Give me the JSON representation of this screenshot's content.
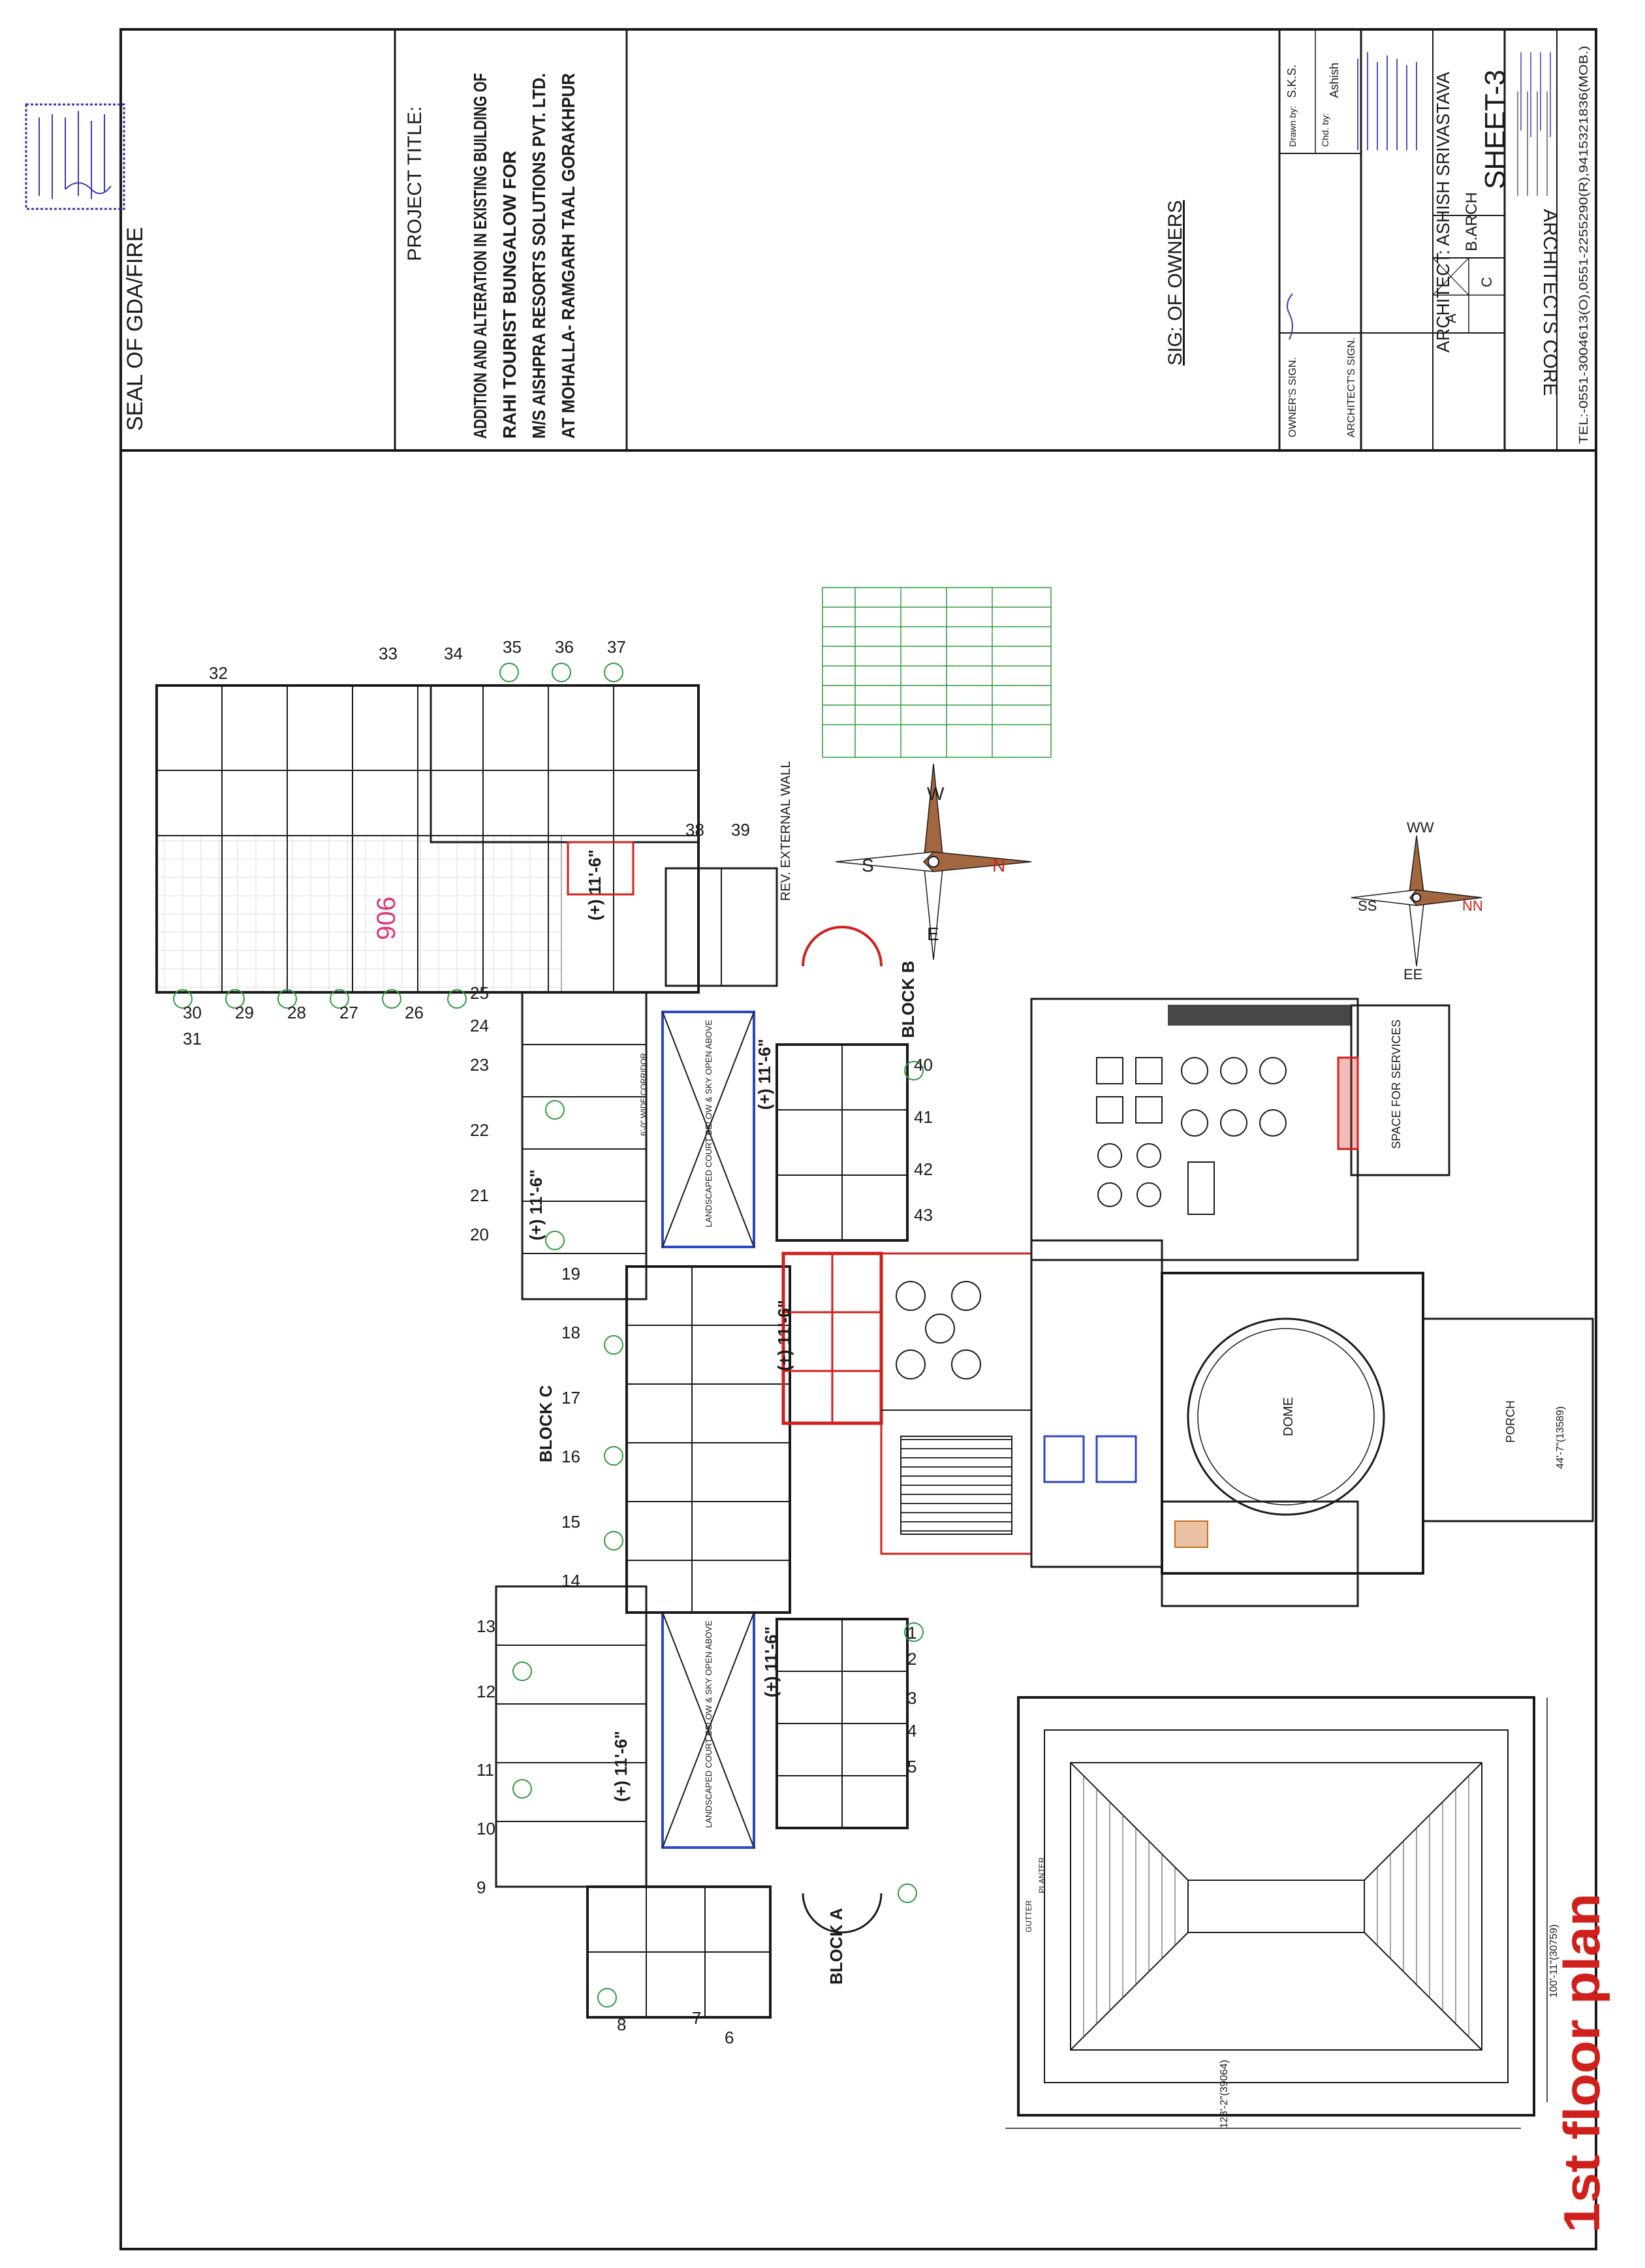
{
  "seal_label": "SEAL OF GDA/FIRE",
  "project": {
    "heading": "PROJECT TITLE:",
    "line1": "ADDITION AND ALTERATION  IN  EXISTING BUILDING OF",
    "line2": "RAHI TOURIST BUNGALOW FOR",
    "line3": "M/S AISHPRA RESORTS SOLUTIONS PVT. LTD.",
    "line4": "AT MOHALLA- RAMGARH TAAL GORAKHPUR"
  },
  "owners_sig": "SIG: OF OWNERS",
  "title_block": {
    "owners_sign": "OWNER'S SIGN.",
    "architects_sign": "ARCHITECT'S SIGN.",
    "drawn_by_label": "Drawn by:",
    "drawn_by": "S.K.S.",
    "chkd_by_label": "Chd. by:",
    "chkd_by": "Ashish",
    "architect": "ARCHITECT: ASHISH SRIVASTAVA",
    "degree": "B.ARCH",
    "sheet": "SHEET-3",
    "firm": "ARCHITECTS CORE",
    "grid_a": "A",
    "grid_c": "C",
    "tel": "TEL:-0551-3004613(O),0551-2255290(R),9415321836(MOB.)"
  },
  "plan": {
    "title": "1st floor plan",
    "blocks": {
      "a": "BLOCK A",
      "b": "BLOCK B",
      "c": "BLOCK C"
    },
    "level_marks": [
      "(+) 11'-6\"",
      "(+) 11'-6\"",
      "(+) 11'-6\"",
      "(+) 11'-6\"",
      "(+) 11'-6\"",
      "(+) 11'-6\""
    ],
    "rev_wall": "REV. EXTERNAL WALL",
    "dome": "DOME",
    "porch": "PORCH",
    "services": "SPACE FOR SERVICES",
    "courtyard": "LANDSCAPED COURT BELOW & SKY OPEN ABOVE",
    "room_numbers": [
      "1",
      "2",
      "3",
      "4",
      "5",
      "6",
      "7",
      "8",
      "9",
      "10",
      "11",
      "12",
      "13",
      "14",
      "15",
      "16",
      "17",
      "18",
      "19",
      "20",
      "21",
      "22",
      "23",
      "24",
      "25",
      "26",
      "27",
      "28",
      "29",
      "30",
      "31",
      "32",
      "33",
      "34",
      "35",
      "36",
      "37",
      "38",
      "39",
      "40",
      "41",
      "42",
      "43"
    ],
    "dim_total": "128'-2\"(39064)",
    "dim_side": "100'-11\"(30759)",
    "dim_porch": "44'-7\"(13589)",
    "compass": {
      "n": "N",
      "s": "S",
      "e": "E",
      "w": "W"
    },
    "compass2": {
      "n": "NN",
      "s": "SS",
      "e": "EE",
      "w": "WW"
    },
    "gutter": "GUTTER",
    "planter": "PLANTER",
    "corridor": "6'-0\" WIDE CORRIDOR",
    "pink_mark": "906"
  },
  "colors": {
    "ink": "#1a1a1a",
    "red": "#d0201c",
    "green": "#2f9a3a",
    "blue": "#2b46c8",
    "stamp_blue": "#3a3ab5",
    "compass_brown": "#a3673f"
  }
}
